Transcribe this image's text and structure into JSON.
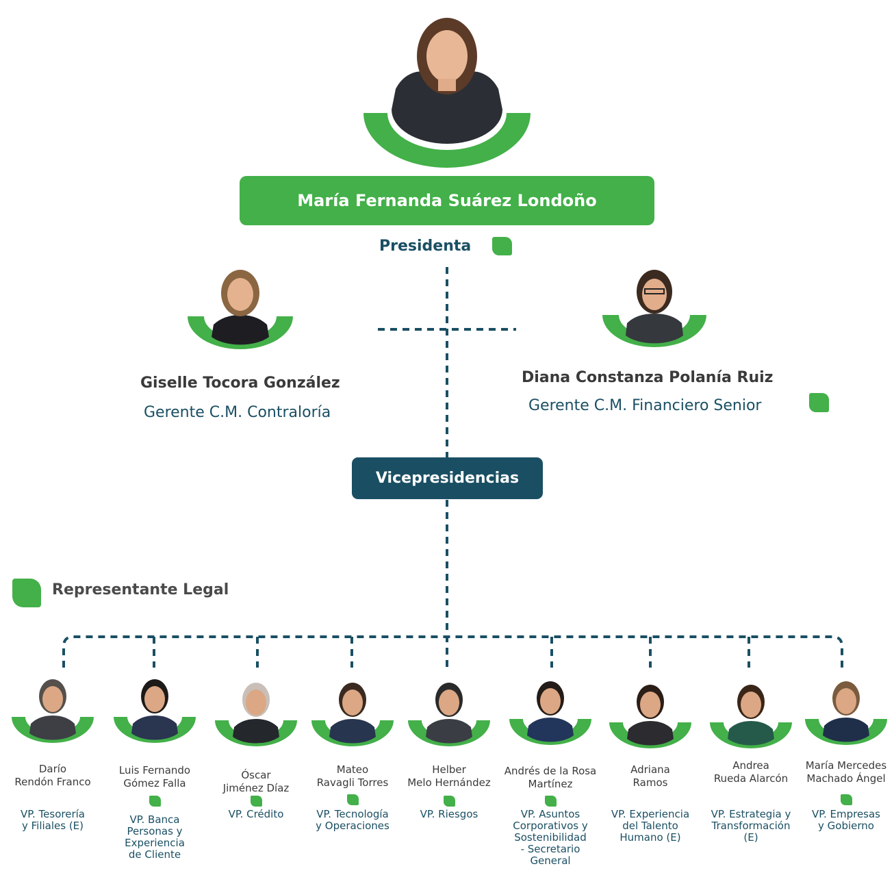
{
  "president": {
    "name": "María Fernanda Suárez Londoño",
    "title": "Presidenta",
    "legal_rep": true
  },
  "staff": [
    {
      "name": "Giselle Tocora González",
      "title": "Gerente C.M. Contraloría",
      "legal_rep": false
    },
    {
      "name": "Diana Constanza Polanía Ruiz",
      "title": "Gerente C.M. Financiero Senior",
      "legal_rep": true
    }
  ],
  "vicepresidencias_label": "Vicepresidencias",
  "legend": {
    "label": "Representante Legal"
  },
  "vps": [
    {
      "name_lines": [
        "Darío",
        "Rendón Franco"
      ],
      "role_lines": [
        "VP. Tesorería",
        "y Filiales (E)"
      ],
      "legal_rep": false
    },
    {
      "name_lines": [
        "Luis Fernando",
        "Gómez Falla"
      ],
      "role_lines": [
        "VP. Banca",
        "Personas y",
        "Experiencia",
        "de Cliente"
      ],
      "legal_rep": true
    },
    {
      "name_lines": [
        "Óscar",
        "Jiménez Díaz"
      ],
      "role_lines": [
        "VP. Crédito"
      ],
      "legal_rep": true
    },
    {
      "name_lines": [
        "Mateo",
        "Ravagli Torres"
      ],
      "role_lines": [
        "VP. Tecnología",
        "y Operaciones"
      ],
      "legal_rep": true
    },
    {
      "name_lines": [
        "Helber",
        "Melo Hernández"
      ],
      "role_lines": [
        "VP. Riesgos"
      ],
      "legal_rep": true
    },
    {
      "name_lines": [
        "Andrés de la Rosa",
        "Martínez"
      ],
      "role_lines": [
        "VP. Asuntos",
        "Corporativos y",
        "Sostenibilidad",
        "- Secretario",
        "General"
      ],
      "legal_rep": true
    },
    {
      "name_lines": [
        "Adriana",
        "Ramos"
      ],
      "role_lines": [
        "VP. Experiencia",
        "del Talento",
        "Humano (E)"
      ],
      "legal_rep": false
    },
    {
      "name_lines": [
        "Andrea",
        "Rueda Alarcón"
      ],
      "role_lines": [
        "VP. Estrategia y",
        "Transformación",
        "(E)"
      ],
      "legal_rep": false
    },
    {
      "name_lines": [
        "María Mercedes",
        "Machado Ángel"
      ],
      "role_lines": [
        "VP. Empresas",
        "y Gobierno"
      ],
      "legal_rep": true
    }
  ],
  "colors": {
    "green": "#43b049",
    "teal": "#1a4f63",
    "gray_text": "#3a3a3a"
  }
}
